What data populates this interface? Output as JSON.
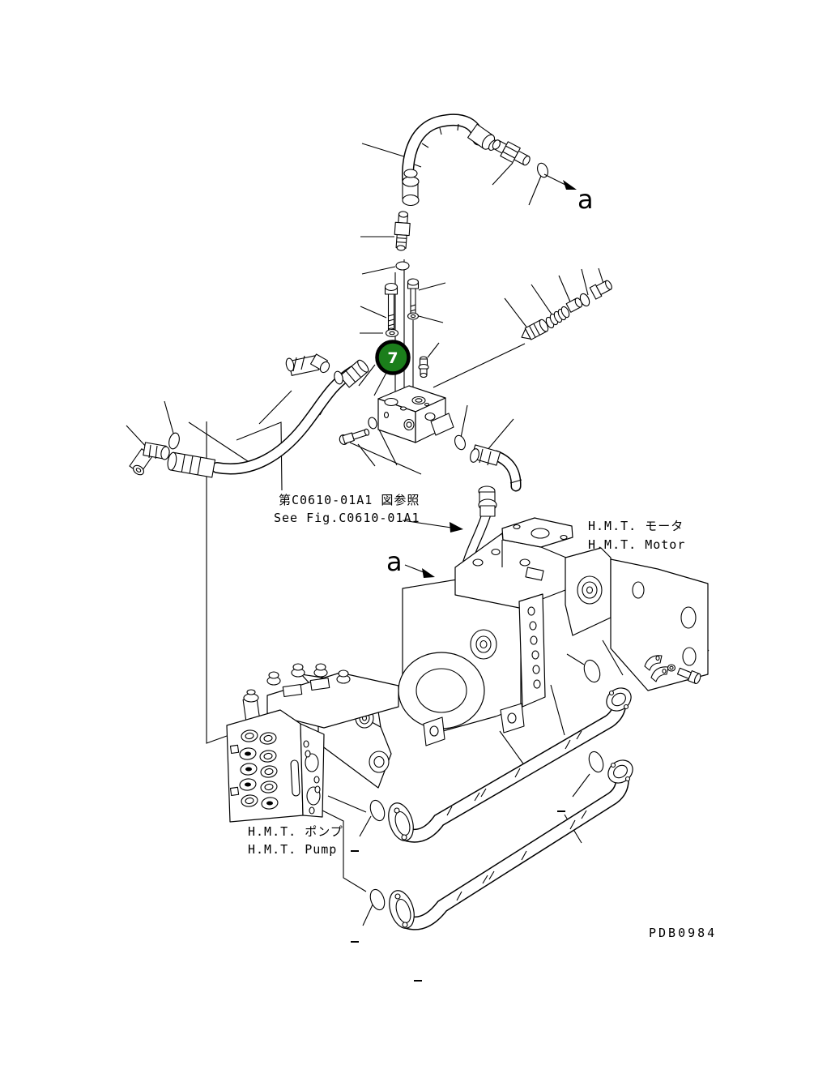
{
  "window": {
    "background": "#ffffff"
  },
  "drawing": {
    "code": "PDB0984",
    "line_color": "#000000"
  },
  "callouts": {
    "item_7": {
      "number": "7",
      "fill": "#1b7e1b",
      "text_color": "#ffffff"
    }
  },
  "view_labels": {
    "top_a": "a",
    "mid_a": "a"
  },
  "reference_note": {
    "line1_jp": "第C0610-01A1 図参照",
    "line2_en": "See Fig.C0610-01A1"
  },
  "component_labels": {
    "motor_jp": "H.M.T. モータ",
    "motor_en": "H.M.T. Motor",
    "pump_jp": "H.M.T. ポンプ",
    "pump_en": "H.M.T. Pump"
  }
}
